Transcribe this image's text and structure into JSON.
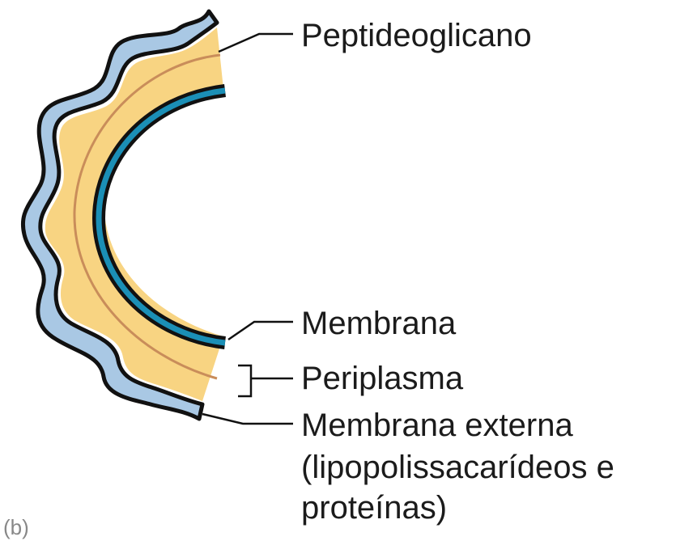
{
  "labels": {
    "peptidoglycan": "Peptideoglicano",
    "membrane": "Membrana",
    "periplasm": "Periplasma",
    "outer_membrane_line1": "Membrana externa",
    "outer_membrane_line2": "(lipopolissacarídeos e",
    "outer_membrane_line3": "proteínas)",
    "corner_mark": "(b)"
  },
  "colors": {
    "outer_membrane": "#a9c8e4",
    "periplasm_fill": "#f8d482",
    "peptidoglycan_line": "#c98d5a",
    "inner_membrane": "#1b8fb6",
    "outline": "#111111"
  }
}
